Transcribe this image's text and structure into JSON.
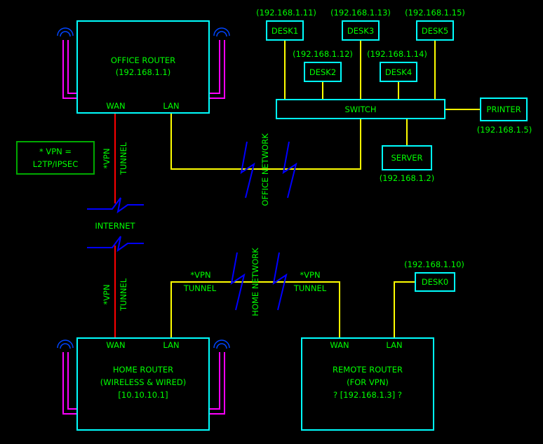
{
  "colors": {
    "background": "#000000",
    "box": "#00ffff",
    "text": "#00ff00",
    "lan_line": "#ffff00",
    "wan_line": "#ff0000",
    "break_symbol": "#0000ff",
    "antenna": "#ff00ff",
    "legend_border": "#00aa00"
  },
  "office_router": {
    "title": "OFFICE ROUTER",
    "ip": "(192.168.1.1)",
    "wan": "WAN",
    "lan": "LAN"
  },
  "home_router": {
    "title": "HOME ROUTER",
    "subtitle": "(WIRELESS & WIRED)",
    "ip": "[10.10.10.1]",
    "wan": "WAN",
    "lan": "LAN"
  },
  "remote_router": {
    "title": "REMOTE ROUTER",
    "subtitle": "(FOR VPN)",
    "ip": "? [192.168.1.3] ?",
    "wan": "WAN",
    "lan": "LAN"
  },
  "switch": {
    "label": "SWITCH"
  },
  "printer": {
    "label": "PRINTER",
    "ip": "(192.168.1.5)"
  },
  "server": {
    "label": "SERVER",
    "ip": "(192.168.1.2)"
  },
  "desks": {
    "desk1": {
      "label": "DESK1",
      "ip": "(192.168.1.11)"
    },
    "desk2": {
      "label": "DESK2",
      "ip": "(192.168.1.12)"
    },
    "desk3": {
      "label": "DESK3",
      "ip": "(192.168.1.13)"
    },
    "desk4": {
      "label": "DESK4",
      "ip": "(192.168.1.14)"
    },
    "desk5": {
      "label": "DESK5",
      "ip": "(192.168.1.15)"
    },
    "desk0": {
      "label": "DESK0",
      "ip": "(192.168.1.10)"
    }
  },
  "legend": {
    "line1": "* VPN =",
    "line2": "L2TP/IPSEC"
  },
  "labels": {
    "internet": "INTERNET",
    "office_network": "OFFICE NETWORK",
    "home_network": "HOME NETWORK",
    "vpn": "*VPN",
    "tunnel": "TUNNEL"
  }
}
